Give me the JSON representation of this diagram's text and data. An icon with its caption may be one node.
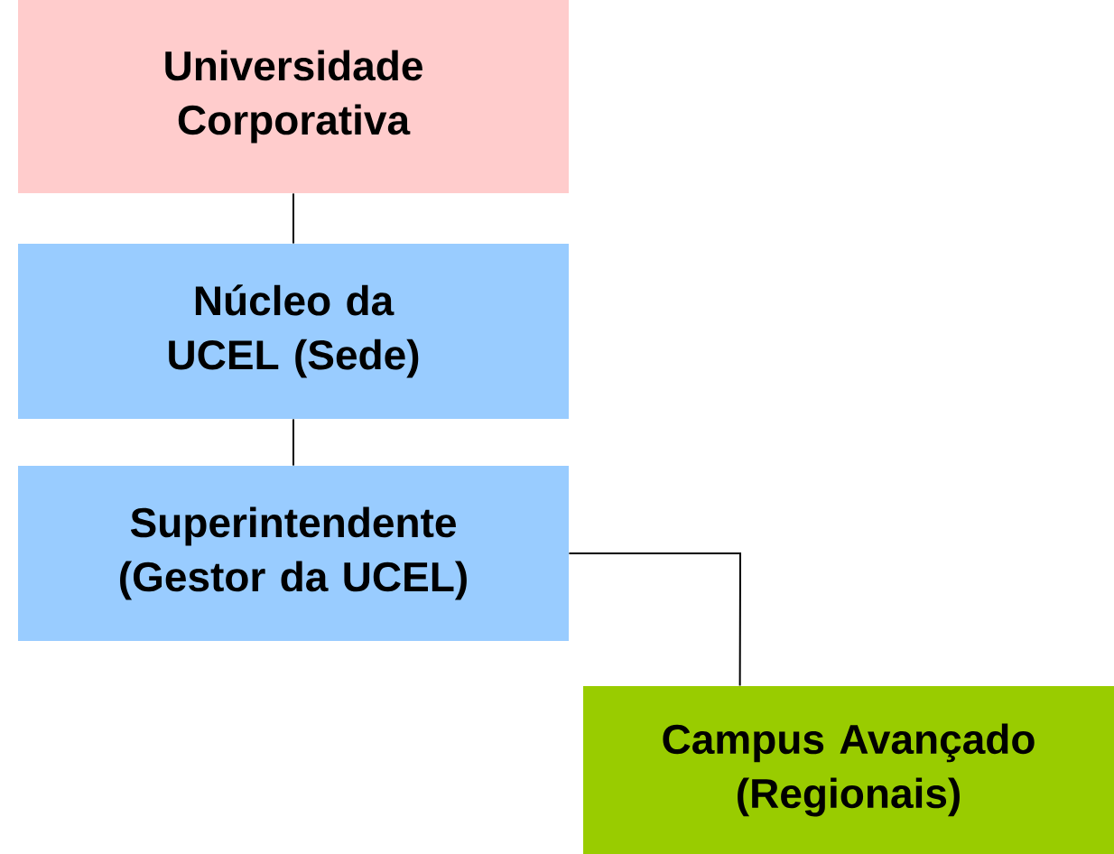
{
  "diagram": {
    "nodes": [
      {
        "text": [
          "Universidade Corporativa"
        ]
      },
      {
        "text": [
          "Núcleo da UCEL (Sede)"
        ]
      },
      {
        "text": [
          "Superintendente (Gestor da UCEL)"
        ]
      },
      {
        "text": [
          "Campus Avançado (Regionais)"
        ]
      }
    ],
    "edges": [
      {
        "from": 0,
        "to": 1,
        "arrow": "none"
      },
      {
        "from": 1,
        "to": 2,
        "arrow": "none"
      },
      {
        "from": 2,
        "to": 3,
        "arrow": "none"
      }
    ]
  }
}
